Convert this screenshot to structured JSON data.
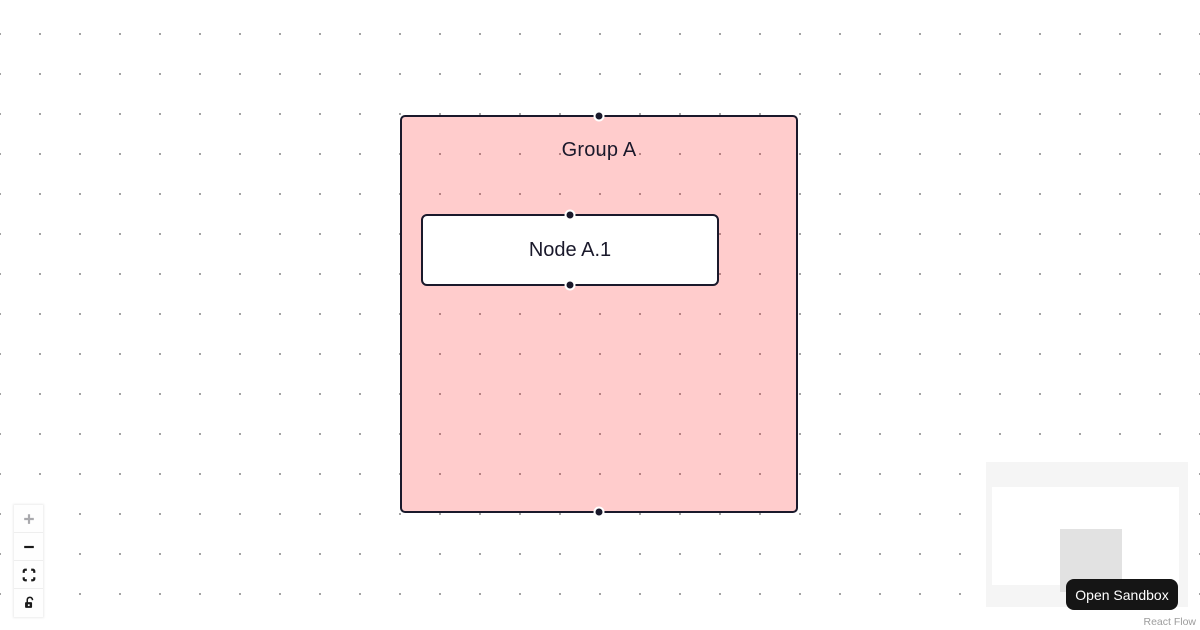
{
  "canvas": {
    "nodes": [
      {
        "id": "group-a",
        "type": "group",
        "label": "Group A",
        "handles": [
          "top",
          "bottom"
        ]
      },
      {
        "id": "node-a1",
        "type": "default",
        "label": "Node A.1",
        "parent": "group-a",
        "handles": [
          "top",
          "bottom"
        ]
      }
    ]
  },
  "controls": {
    "buttons": [
      {
        "name": "zoom-in",
        "icon": "plus-icon",
        "disabled": true
      },
      {
        "name": "zoom-out",
        "icon": "minus-icon",
        "disabled": false
      },
      {
        "name": "fit-view",
        "icon": "fit-view-icon",
        "disabled": false
      },
      {
        "name": "toggle-interactivity",
        "icon": "unlock-icon",
        "disabled": false
      }
    ]
  },
  "minimap": {
    "present": true,
    "node_count": 1
  },
  "footer": {
    "open_sandbox_label": "Open Sandbox",
    "attribution": "React Flow"
  },
  "colors": {
    "group_fill": "rgba(255,0,0,0.2)",
    "node_border": "#1a192b",
    "node_text": "#1a192b",
    "handle_fill": "#1a192b",
    "handle_ring": "#ffffff",
    "dot_grid": "#9a9a9a",
    "minimap_mask": "#f5f5f5",
    "minimap_node": "#e2e2e2",
    "sandbox_button_bg": "#151515",
    "sandbox_button_text": "#ffffff",
    "attribution_text": "#9c9c9c"
  }
}
